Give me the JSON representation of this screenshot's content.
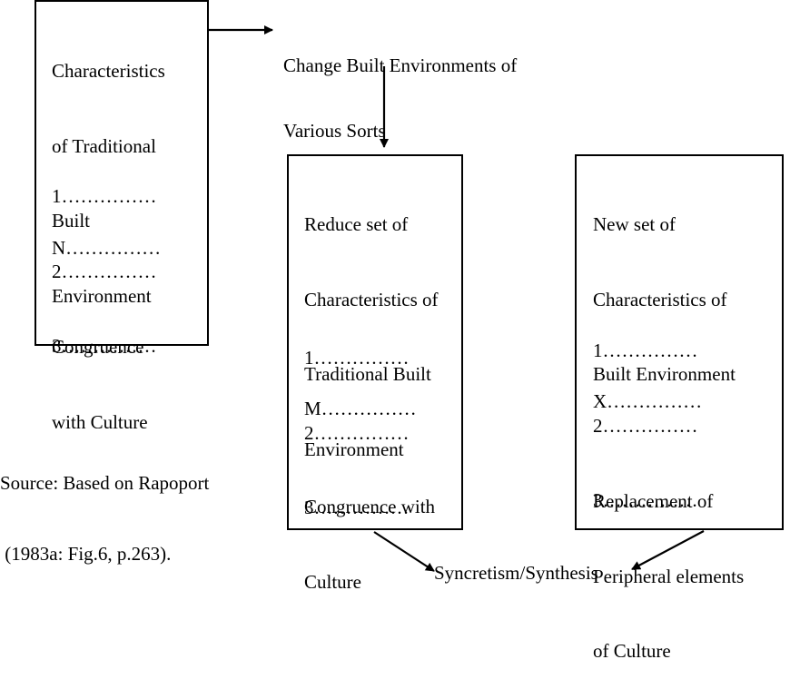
{
  "box1": {
    "title": [
      "Characteristics",
      "of Traditional",
      "Built",
      "Environment"
    ],
    "items": [
      "1……………",
      "2……………",
      "3……………"
    ],
    "last_item": "N……………",
    "footer": [
      "Congruence",
      "with Culture"
    ]
  },
  "top_label": [
    "Change Built Environments of",
    "Various Sorts"
  ],
  "box2": {
    "title": [
      "Reduce set of",
      "Characteristics of",
      "Traditional Built",
      "Environment"
    ],
    "items": [
      "1……………",
      "2……………",
      "3……………"
    ],
    "last_item": "M……………",
    "footer": [
      "Congruence with",
      "Culture"
    ]
  },
  "box3": {
    "title": [
      "New set of",
      "Characteristics of",
      "Built Environment"
    ],
    "items": [
      "1……………",
      "2……………",
      "3……………"
    ],
    "last_item": "X……………",
    "footer": [
      "Replacement of",
      "Peripheral elements",
      "of Culture"
    ]
  },
  "source": [
    "Source: Based on Rapoport",
    " (1983a: Fig.6, p.263)."
  ],
  "bottom_label": "Syncretism/Synthesis"
}
